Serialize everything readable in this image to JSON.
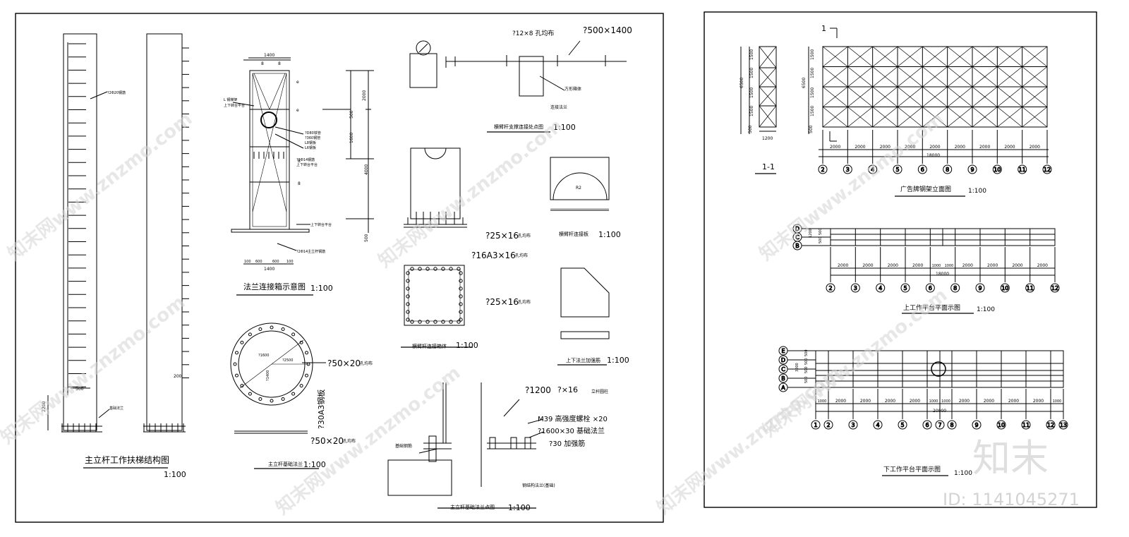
{
  "sheet_left": {
    "column_ladder": {
      "title": "主立杆工作扶梯结构图",
      "scale": "1:100",
      "dims": [
        "500",
        "2200",
        "200"
      ],
      "callouts": [
        "?2Φ20钢筋",
        "基础法兰"
      ]
    },
    "flange_box": {
      "title": "法兰连接箱示意图",
      "scale": "1:100",
      "dims": [
        "1400",
        "2000",
        "500",
        "1600",
        "4000",
        "500",
        "100",
        "600",
        "600",
        "100",
        "1400",
        "8",
        "8",
        "e",
        "e",
        "8",
        "8"
      ],
      "callouts": [
        "L 钢梯架",
        "上下转台平台",
        "?D80铁管",
        "?360钢管",
        "L8钢板",
        "L6钢板",
        "?2Φ14钢筋",
        "?2Φ14主立杆钢筋",
        "上下转台平台",
        "上下转台平台"
      ]
    },
    "cantilever_joint": {
      "title": "横臂杆支撑连接处点图",
      "scale": "1:100",
      "labels": [
        "?12×8 孔均布",
        "?500×1400",
        "方形箱体",
        "连接法兰"
      ]
    },
    "hub_elev": {
      "labels": [
        "?25×16",
        "孔均布"
      ]
    },
    "connector_plate": {
      "title": "横臂杆连接板",
      "scale": "1:100",
      "labels": [
        "R2"
      ]
    },
    "square_box": {
      "title": "横臂杆连接箱体",
      "scale": "1:100",
      "labels": [
        "?16A3×16",
        "孔均布",
        "?25×16",
        "孔均布"
      ]
    },
    "circular_flange": {
      "title": "主立杆基础法兰",
      "scale": "1:100",
      "labels": [
        "?1600",
        "?2500",
        "?1400",
        "?50×20",
        "孔均布",
        "?30A3钢板",
        "?50×20",
        "孔均布"
      ]
    },
    "gusset": {
      "title": "上下法兰加强筋",
      "scale": "1:100"
    },
    "foundation_flange": {
      "title": "主立杆基础法兰点图",
      "scale": "1:100",
      "labels": [
        "?1200",
        "?×16",
        "立杆圆柱",
        "M39 高强度螺栓 ×20",
        "?1600×30 基础法兰",
        "?30 加强筋",
        "基础钢筋",
        "钢结构法兰(基础)"
      ]
    }
  },
  "sheet_right": {
    "section": {
      "title": "1-1",
      "dims": [
        "1500",
        "1500",
        "1500",
        "1500",
        "500",
        "6500",
        "1200"
      ]
    },
    "frame_elevation": {
      "title": "广告牌钢架立面图",
      "scale": "1:100",
      "marker": "1",
      "dims": [
        "1500",
        "1500",
        "1500",
        "1500",
        "500",
        "6500",
        "2000",
        "18000"
      ],
      "axes": [
        "2",
        "3",
        "4",
        "5",
        "6",
        "8",
        "9",
        "10",
        "11",
        "12"
      ]
    },
    "upper_platform": {
      "title": "上工作平台平面示图",
      "scale": "1:100",
      "rows": [
        "D",
        "C",
        "B"
      ],
      "row_dims": [
        "1200",
        "500",
        "500"
      ],
      "dims": [
        "2000",
        "1000",
        "1000",
        "18000"
      ],
      "axes": [
        "2",
        "3",
        "4",
        "5",
        "6",
        "8",
        "9",
        "10",
        "11",
        "12"
      ]
    },
    "lower_platform": {
      "title": "下工作平台平面示图",
      "scale": "1:100",
      "rows": [
        "E",
        "D",
        "C",
        "B",
        "A"
      ],
      "row_dims": [
        "3000",
        "500",
        "500",
        "500",
        "500"
      ],
      "dims": [
        "1000",
        "2000",
        "1000",
        "20000"
      ],
      "axes": [
        "1",
        "2",
        "3",
        "4",
        "5",
        "6",
        "7",
        "8",
        "9",
        "10",
        "11",
        "12",
        "13"
      ]
    }
  },
  "watermark": {
    "text": "知末网www.znzmo.com",
    "logo": "知末",
    "id": "ID: 1141045271"
  }
}
